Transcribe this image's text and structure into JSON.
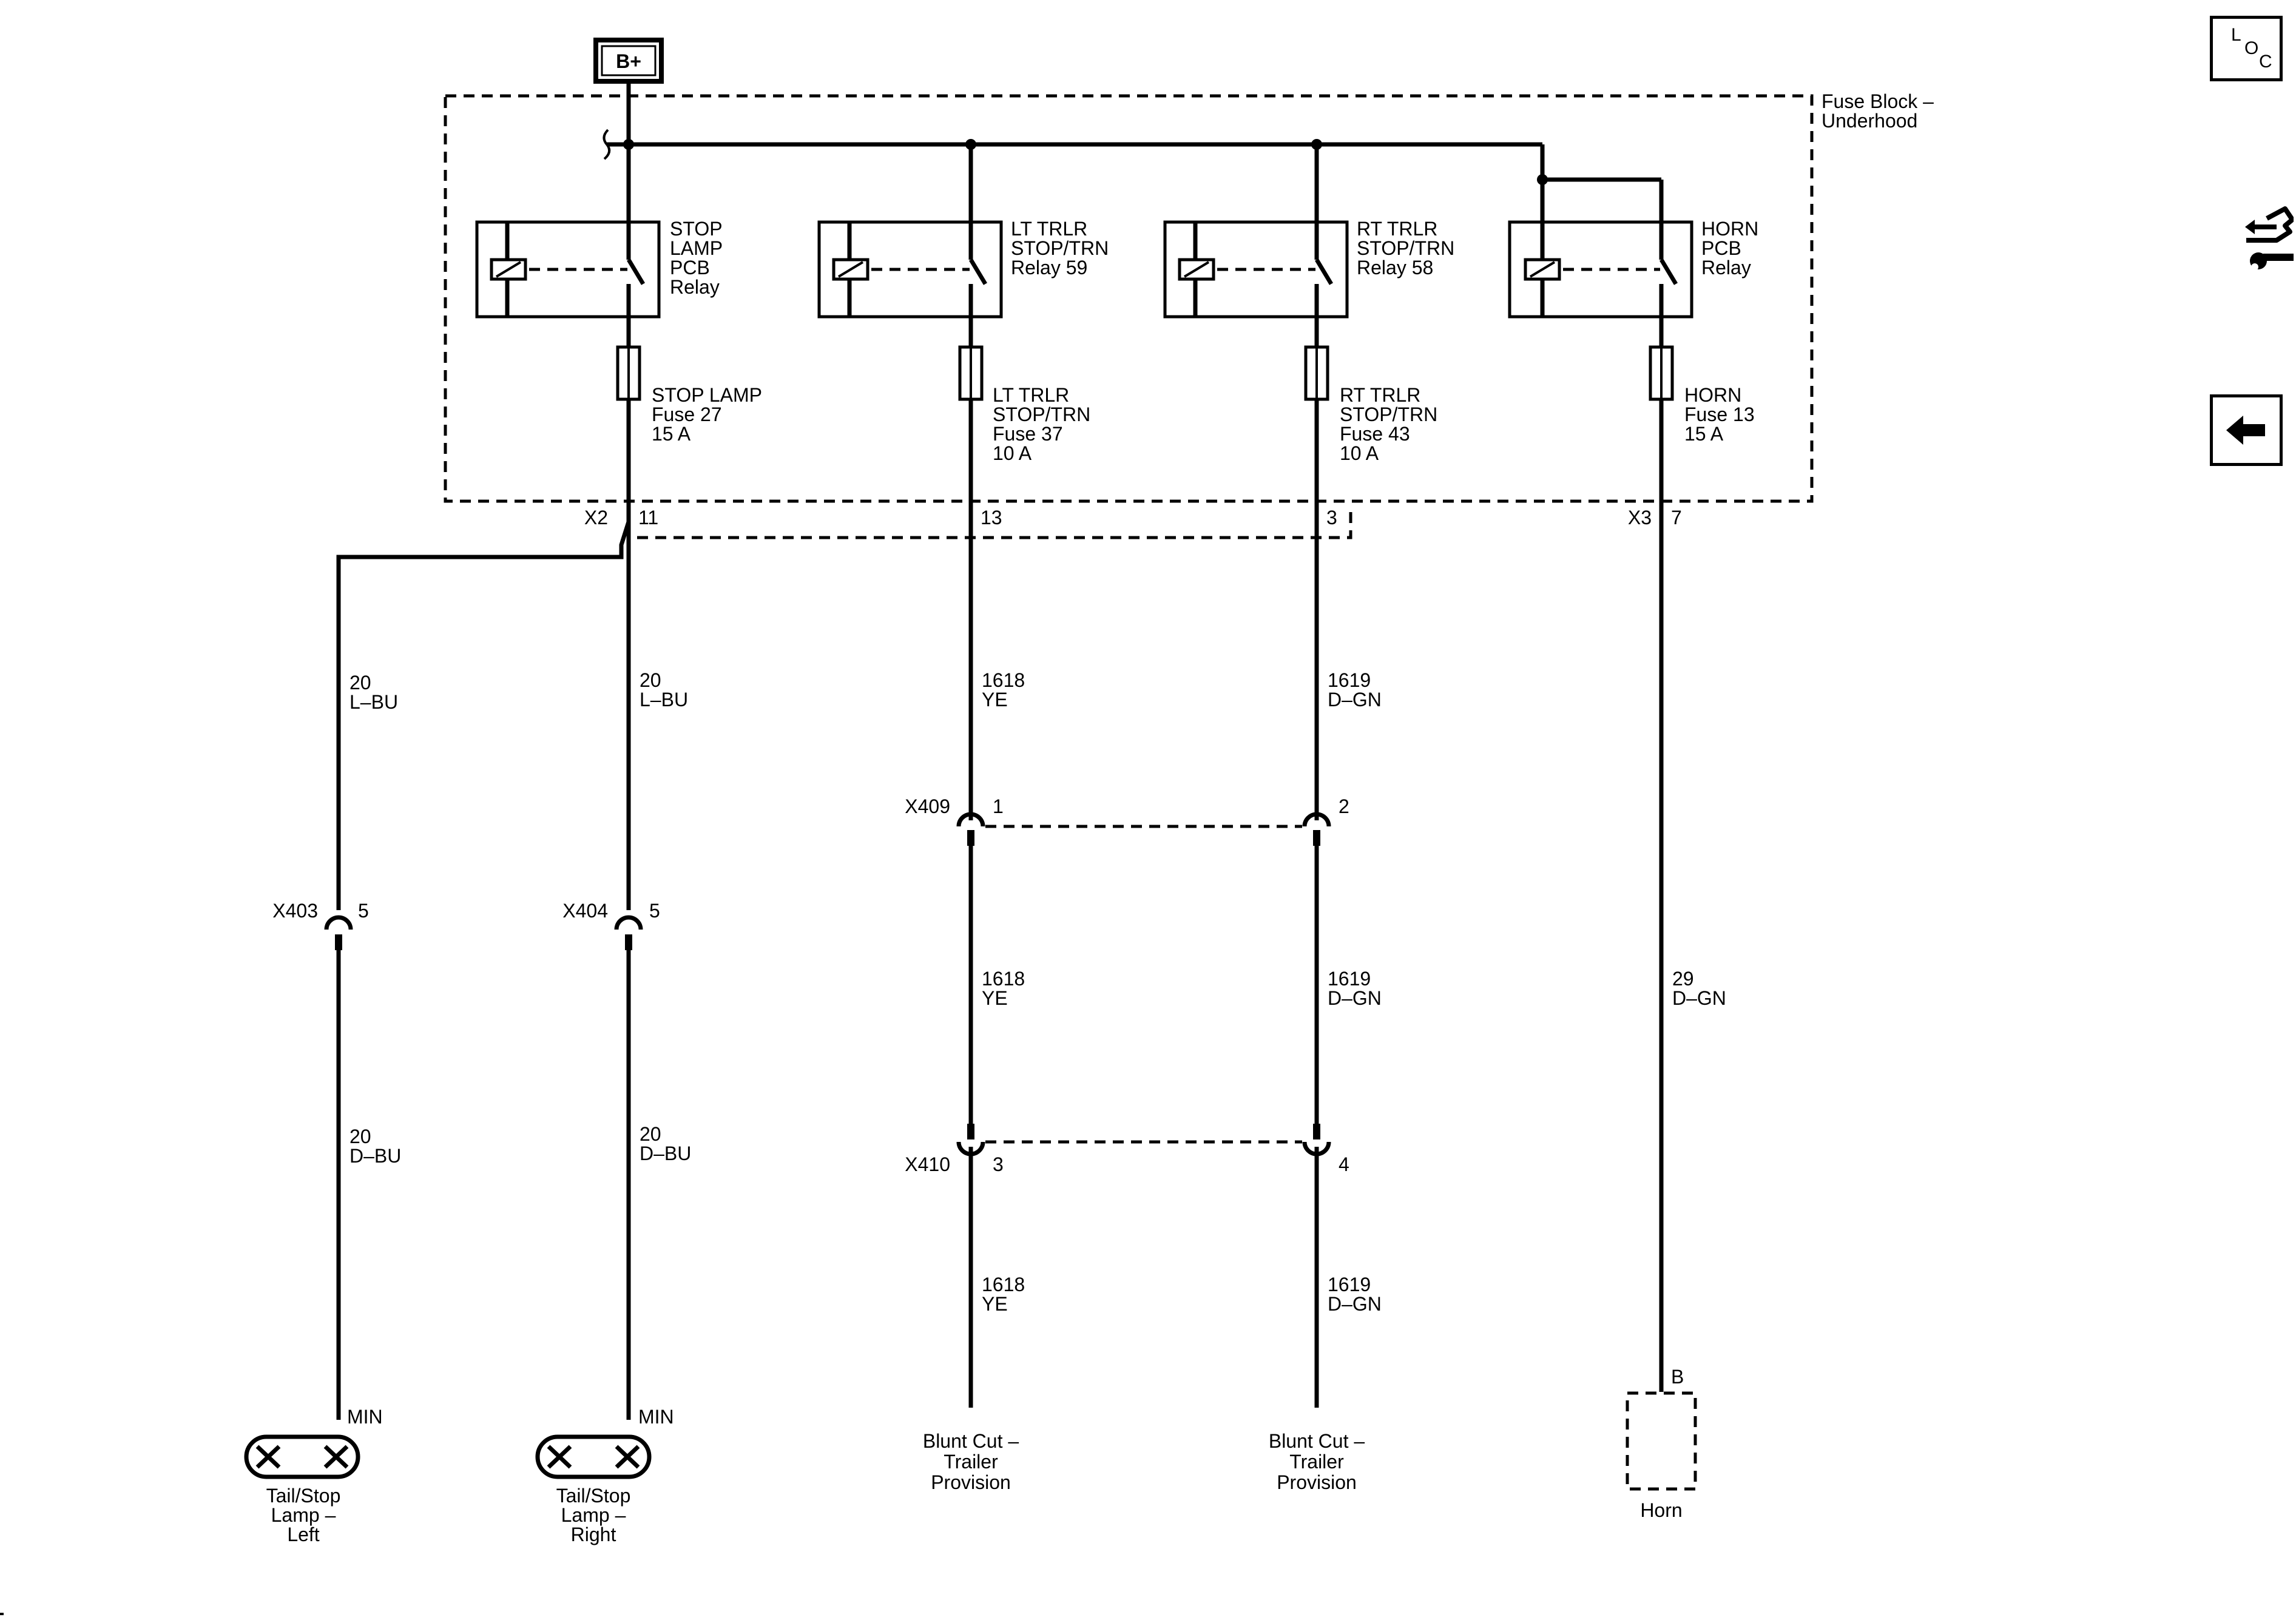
{
  "power": {
    "label": "B+"
  },
  "fuse_block": {
    "line1": "Fuse Block –",
    "line2": "Underhood"
  },
  "relays": [
    {
      "l1": "STOP",
      "l2": "LAMP",
      "l3": "PCB",
      "l4": "Relay"
    },
    {
      "l1": "LT TRLR",
      "l2": "STOP/TRN",
      "l3": "Relay 59"
    },
    {
      "l1": "RT TRLR",
      "l2": "STOP/TRN",
      "l3": "Relay 58"
    },
    {
      "l1": "HORN",
      "l2": "PCB",
      "l3": "Relay"
    }
  ],
  "fuses": [
    {
      "l1": "STOP LAMP",
      "l2": "Fuse 27",
      "l3": "15 A"
    },
    {
      "l1": "LT TRLR",
      "l2": "STOP/TRN",
      "l3": "Fuse 37",
      "l4": "10 A"
    },
    {
      "l1": "RT TRLR",
      "l2": "STOP/TRN",
      "l3": "Fuse 43",
      "l4": "10 A"
    },
    {
      "l1": "HORN",
      "l2": "Fuse 13",
      "l3": "15 A"
    }
  ],
  "connectors": {
    "x2": {
      "name": "X2",
      "pins": [
        "11",
        "13",
        "3"
      ]
    },
    "x3": {
      "name": "X3",
      "pin": "7"
    },
    "x409": {
      "name": "X409",
      "pins": [
        "1",
        "2"
      ]
    },
    "x410": {
      "name": "X410",
      "pins": [
        "3",
        "4"
      ]
    },
    "x403": {
      "name": "X403",
      "pin": "5"
    },
    "x404": {
      "name": "X404",
      "pin": "5"
    }
  },
  "wires": {
    "left_upper": {
      "num": "20",
      "color": "L–BU"
    },
    "right_upper": {
      "num": "20",
      "color": "L–BU"
    },
    "left_lower": {
      "num": "20",
      "color": "D–BU"
    },
    "right_lower": {
      "num": "20",
      "color": "D–BU"
    },
    "lt_a": {
      "num": "1618",
      "color": "YE"
    },
    "lt_b": {
      "num": "1618",
      "color": "YE"
    },
    "lt_c": {
      "num": "1618",
      "color": "YE"
    },
    "rt_a": {
      "num": "1619",
      "color": "D–GN"
    },
    "rt_b": {
      "num": "1619",
      "color": "D–GN"
    },
    "rt_c": {
      "num": "1619",
      "color": "D–GN"
    },
    "horn": {
      "num": "29",
      "color": "D–GN"
    }
  },
  "components": {
    "lamp_left": {
      "pin": "MIN",
      "l1": "Tail/Stop",
      "l2": "Lamp –",
      "l3": "Left"
    },
    "lamp_right": {
      "pin": "MIN",
      "l1": "Tail/Stop",
      "l2": "Lamp –",
      "l3": "Right"
    },
    "blunt_lt": {
      "l1": "Blunt Cut –",
      "l2": "Trailer",
      "l3": "Provision"
    },
    "blunt_rt": {
      "l1": "Blunt Cut –",
      "l2": "Trailer",
      "l3": "Provision"
    },
    "horn": {
      "pin": "B",
      "label": "Horn"
    }
  },
  "nav": {
    "loc": {
      "l": "L",
      "o": "O",
      "c": "C"
    },
    "icons": [
      "location-icon",
      "connector-tools-icon",
      "back-arrow-icon"
    ]
  }
}
